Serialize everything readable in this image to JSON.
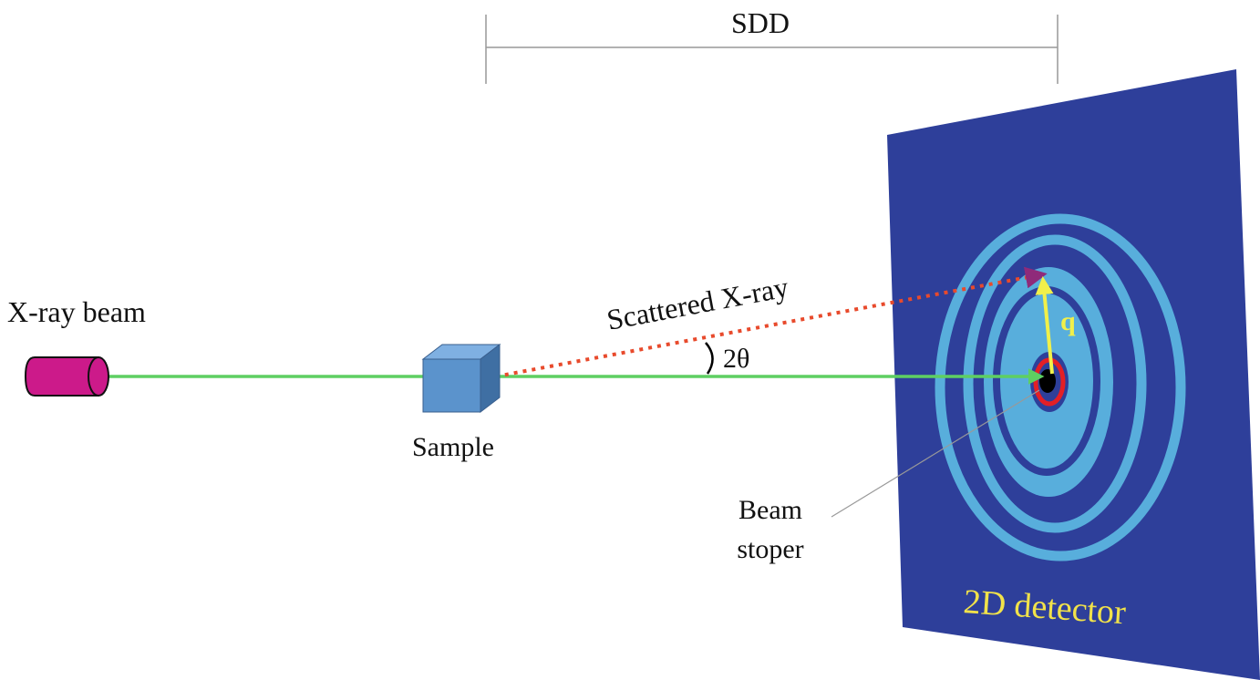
{
  "labels": {
    "sdd": "SDD",
    "xray_beam": "X-ray beam",
    "sample": "Sample",
    "scattered": "Scattered X-ray",
    "angle": "2θ",
    "q": "q",
    "beam_stopper": [
      "Beam",
      "stoper"
    ],
    "detector": "2D detector"
  },
  "colors": {
    "detector_panel": "#2e3f9a",
    "ring": "#58aedc",
    "inner_disc": "#5aaedd",
    "beam": "#5ecf62",
    "scattered": "#e84a2c",
    "q_vector": "#f1f04a",
    "source": "#cc1a8a",
    "sample": "#5b93cc",
    "stopper_ring": "#e31f26",
    "detector_text": "#f1e24a"
  }
}
